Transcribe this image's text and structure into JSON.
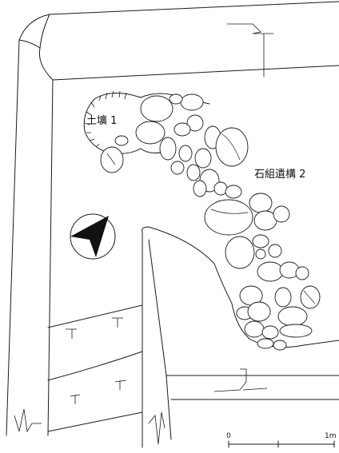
{
  "labels": {
    "pit": "土壙 1",
    "stone_feature": "石組遺構 2"
  },
  "scale_bar": {
    "start_label": "0",
    "end_label": "1m"
  },
  "colors": {
    "ink": "#1a1a1a",
    "north_arrow_fill": "#111111",
    "background": "#ffffff"
  },
  "icons": {
    "north_arrow": "north-arrow-icon",
    "level_mark": "level-mark-icon",
    "break_mark": "break-line-icon"
  }
}
